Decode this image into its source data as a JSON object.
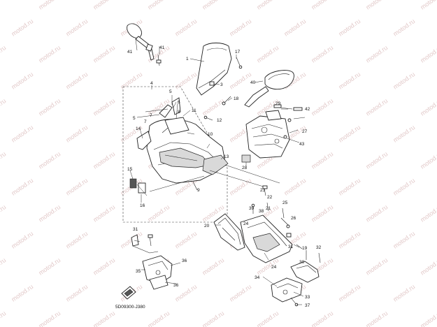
{
  "watermark": {
    "text": "motod.ru"
  },
  "diagram_code": "5D09300-J380",
  "callouts": [
    "1",
    "2",
    "3",
    "4",
    "5",
    "5",
    "6",
    "7",
    "7",
    "8",
    "9",
    "10",
    "11",
    "12",
    "13",
    "14",
    "15",
    "16",
    "17",
    "18",
    "19",
    "20",
    "21",
    "22",
    "23",
    "24",
    "24",
    "25",
    "26",
    "27",
    "28",
    "29",
    "30",
    "31",
    "31",
    "32",
    "33",
    "34",
    "35",
    "36",
    "36",
    "37",
    "38",
    "39",
    "40",
    "41",
    "41",
    "42",
    "43"
  ]
}
